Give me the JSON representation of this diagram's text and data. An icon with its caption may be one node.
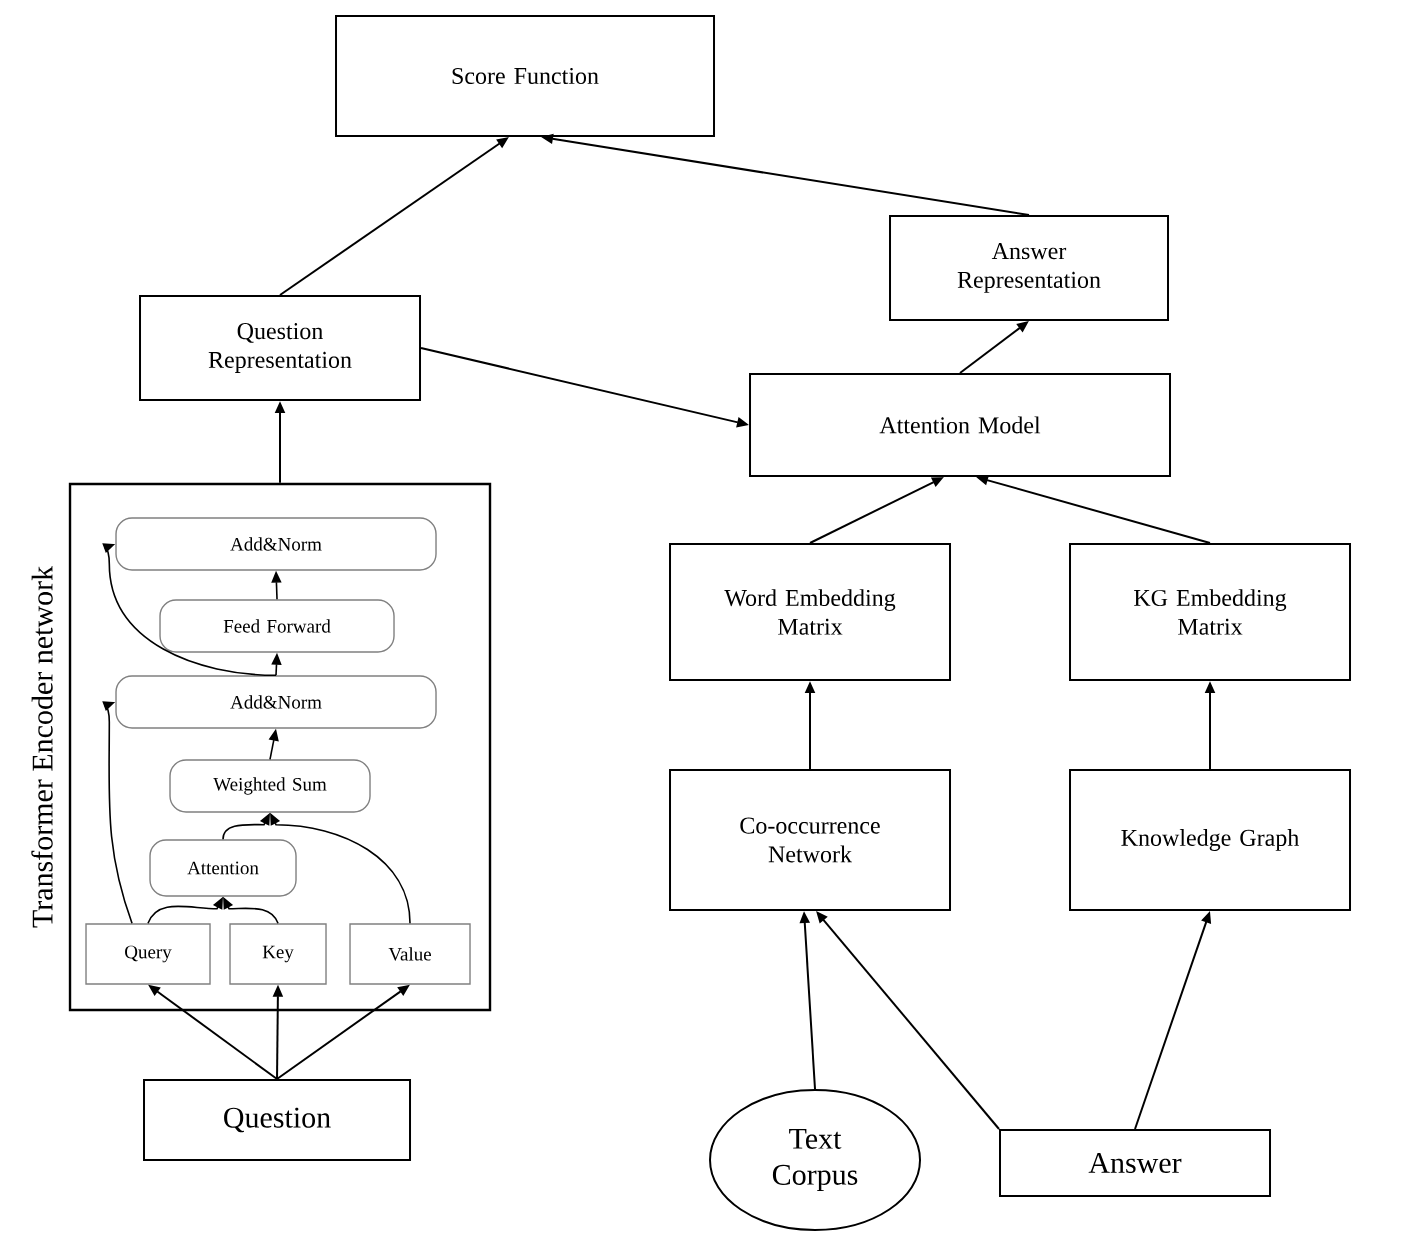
{
  "diagram": {
    "nodes": [
      {
        "text": [
          "Score Function"
        ]
      },
      {
        "text": [
          "Answer Representation"
        ]
      },
      {
        "text": [
          "Question Representation"
        ]
      },
      {
        "text": [
          "Attention Model"
        ]
      },
      {
        "text": [
          "Transformer Encoder network"
        ]
      },
      {
        "text": [
          "Add&Norm"
        ],
        "in": 4
      },
      {
        "text": [
          "Feed Forward"
        ],
        "in": 4
      },
      {
        "text": [
          "Add&Norm"
        ],
        "in": 4
      },
      {
        "text": [
          "Weighted Sum"
        ],
        "in": 4
      },
      {
        "text": [
          "Attention"
        ],
        "in": 4
      },
      {
        "text": [
          "Query"
        ],
        "in": 4
      },
      {
        "text": [
          "Key"
        ],
        "in": 4
      },
      {
        "text": [
          "Value"
        ],
        "in": 4
      },
      {
        "text": [
          "Question"
        ]
      },
      {
        "text": [
          "Word Embedding Matrix"
        ]
      },
      {
        "text": [
          "KG Embedding Matrix"
        ]
      },
      {
        "text": [
          "Co-occurrence Network"
        ]
      },
      {
        "text": [
          "Knowledge Graph"
        ]
      },
      {
        "text": [
          "Text Corpus"
        ]
      },
      {
        "text": [
          "Answer"
        ]
      }
    ],
    "edges": [
      {
        "from": 2,
        "to": 0,
        "arrow": "to"
      },
      {
        "from": 1,
        "to": 0,
        "arrow": "to"
      },
      {
        "from": 2,
        "to": 3,
        "arrow": "to"
      },
      {
        "from": 3,
        "to": 1,
        "arrow": "to"
      },
      {
        "from": 4,
        "to": 2,
        "arrow": "to"
      },
      {
        "from": 14,
        "to": 3,
        "arrow": "to"
      },
      {
        "from": 15,
        "to": 3,
        "arrow": "to"
      },
      {
        "from": 16,
        "to": 14,
        "arrow": "to"
      },
      {
        "from": 17,
        "to": 15,
        "arrow": "to"
      },
      {
        "from": 18,
        "to": 16,
        "arrow": "to"
      },
      {
        "from": 19,
        "to": 16,
        "arrow": "to"
      },
      {
        "from": 19,
        "to": 17,
        "arrow": "to"
      },
      {
        "from": 13,
        "to": 10,
        "arrow": "to"
      },
      {
        "from": 13,
        "to": 11,
        "arrow": "to"
      },
      {
        "from": 13,
        "to": 12,
        "arrow": "to"
      },
      {
        "from": 10,
        "to": 9,
        "arrow": "to"
      },
      {
        "from": 11,
        "to": 9,
        "arrow": "to"
      },
      {
        "from": 9,
        "to": 8,
        "arrow": "to"
      },
      {
        "from": 12,
        "to": 8,
        "arrow": "to"
      },
      {
        "from": 10,
        "to": 7,
        "arrow": "to"
      },
      {
        "from": 8,
        "to": 7,
        "arrow": "to"
      },
      {
        "from": 7,
        "to": 6,
        "arrow": "to"
      },
      {
        "from": 7,
        "to": 5,
        "arrow": "to"
      },
      {
        "from": 6,
        "to": 5,
        "arrow": "to"
      }
    ]
  }
}
